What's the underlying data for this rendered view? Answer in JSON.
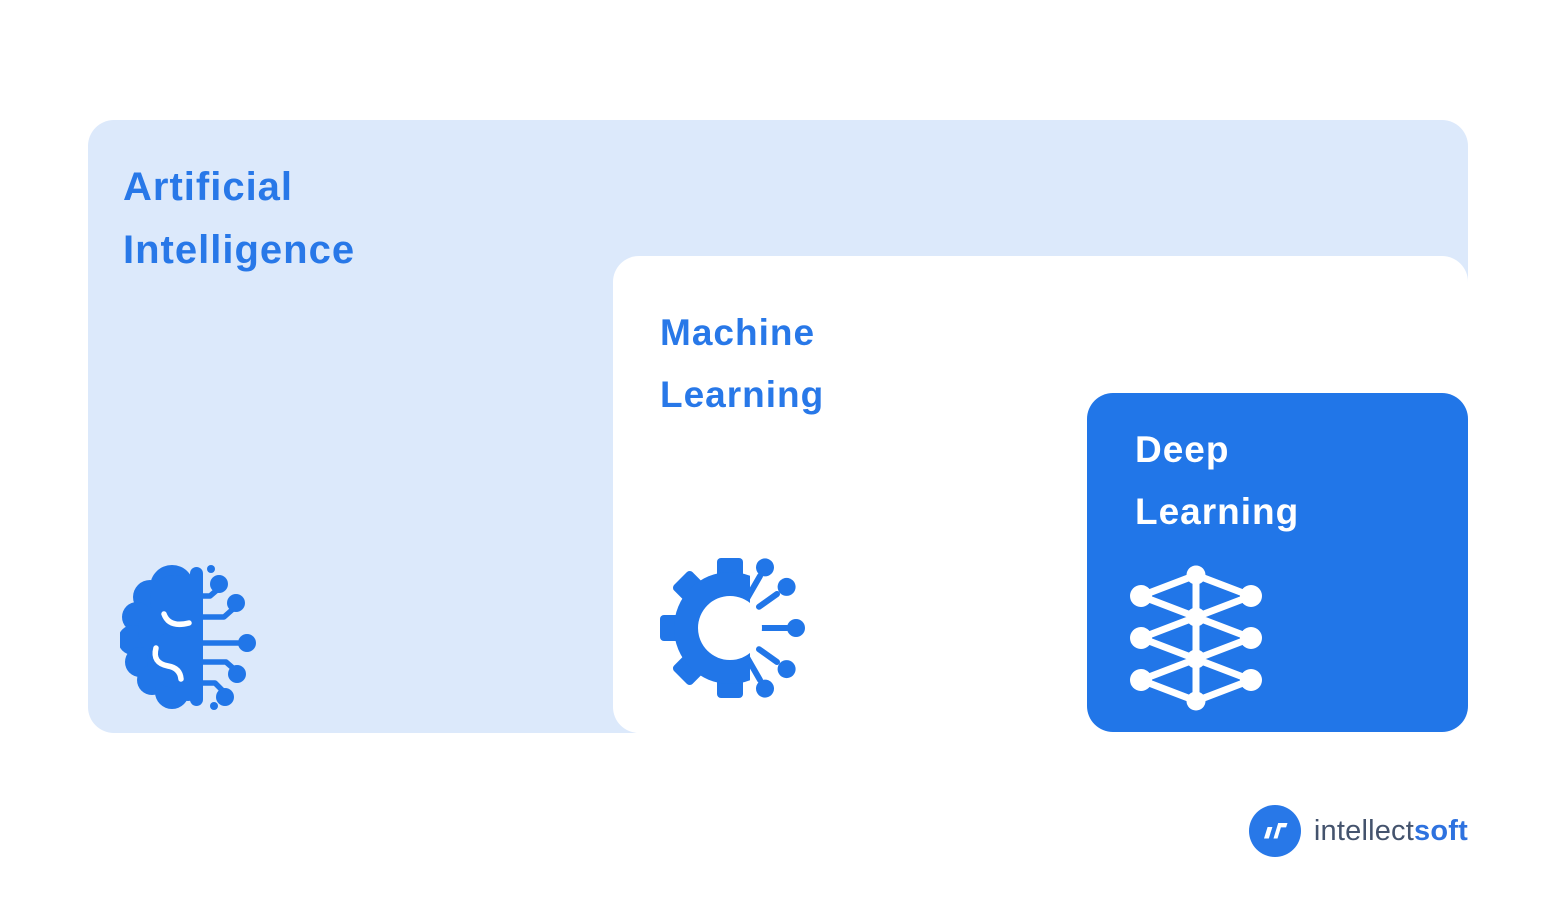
{
  "diagram": {
    "ai": {
      "title_line1": "Artificial",
      "title_line2": "Intelligence",
      "icon": "brain-circuit-icon"
    },
    "ml": {
      "title_line1": "Machine",
      "title_line2": "Learning",
      "icon": "gear-circuit-icon"
    },
    "dl": {
      "title_line1": "Deep",
      "title_line2": "Learning",
      "icon": "neural-network-icon"
    }
  },
  "footer": {
    "brand_regular": "intellect",
    "brand_bold": "soft",
    "logo_icon": "intellectsoft-logo-icon"
  },
  "colors": {
    "accent_blue": "#2176e8",
    "title_blue": "#2878e8",
    "light_blue_bg": "#dce9fb",
    "card_white": "#ffffff",
    "logo_text_slate": "#44536d",
    "logo_text_blue": "#2e72df"
  }
}
